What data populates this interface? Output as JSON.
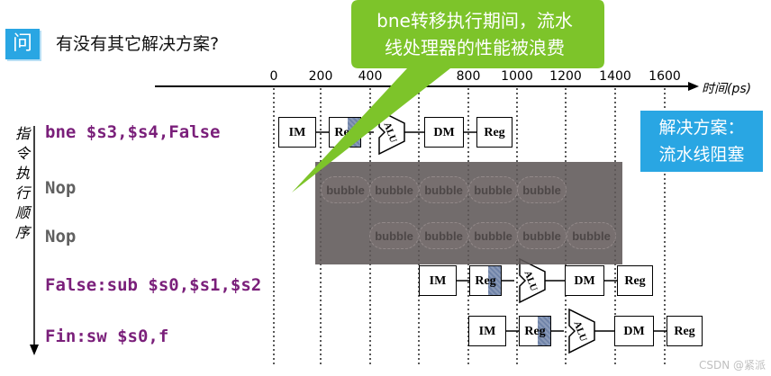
{
  "header": {
    "icon": "问",
    "question": "有没有其它解决方案?"
  },
  "timeline": {
    "axis_label": "时间(ps)",
    "ticks": [
      "0",
      "200",
      "400",
      "600",
      "800",
      "1000",
      "1200",
      "1400",
      "1600"
    ]
  },
  "vertical_label": [
    "指",
    "令",
    "执",
    "行",
    "顺",
    "序"
  ],
  "instructions": [
    {
      "text": "bne $s3,$s4,False",
      "color": "#7a1f7a"
    },
    {
      "text": "Nop",
      "color": "#606060"
    },
    {
      "text": "Nop",
      "color": "#606060"
    },
    {
      "text": "False:sub $s0,$s1,$s2",
      "color": "#7a1f7a"
    },
    {
      "text": "Fin:sw $s0,f",
      "color": "#7a1f7a"
    }
  ],
  "stages": {
    "im": "IM",
    "reg": "Reg",
    "alu": "ALU",
    "dm": "DM",
    "wb": "Reg"
  },
  "stall": {
    "bubble_label": "bubble"
  },
  "callout": {
    "line1": "bne转移执行期间，流水",
    "line2": "线处理器的性能被浪费",
    "color": "#7dc42a"
  },
  "solution": {
    "line1": "解决方案：",
    "line2": "流水线阻塞",
    "color": "#29a6e3"
  },
  "watermark": "CSDN @紧派"
}
